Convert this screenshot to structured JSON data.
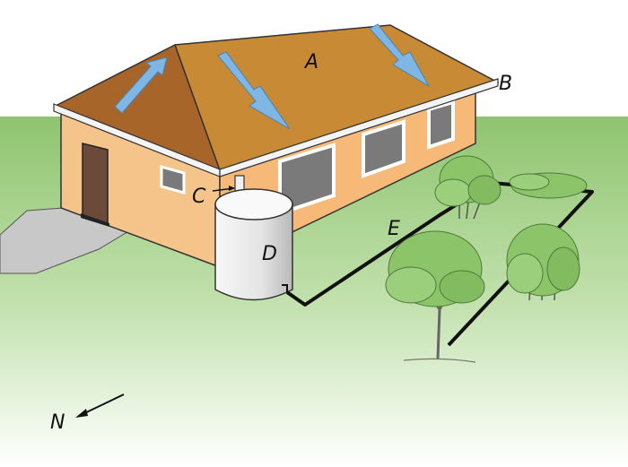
{
  "labels": {
    "roof": "A",
    "gutter": "B",
    "downpipe": "C",
    "tank": "D",
    "pipe": "E",
    "north": "N"
  },
  "colors": {
    "roof": "#c98a35",
    "roof_shade": "#a8652a",
    "wall": "#f5c48a",
    "grass": "#8fc46f",
    "arrow": "#7fb6e3",
    "pipe": "#111111",
    "window": "#7a7a7a",
    "door": "#6b4a3a",
    "path": "#c8c8c8",
    "tank": "#e8e8e8",
    "tree": "#8cc46a"
  }
}
